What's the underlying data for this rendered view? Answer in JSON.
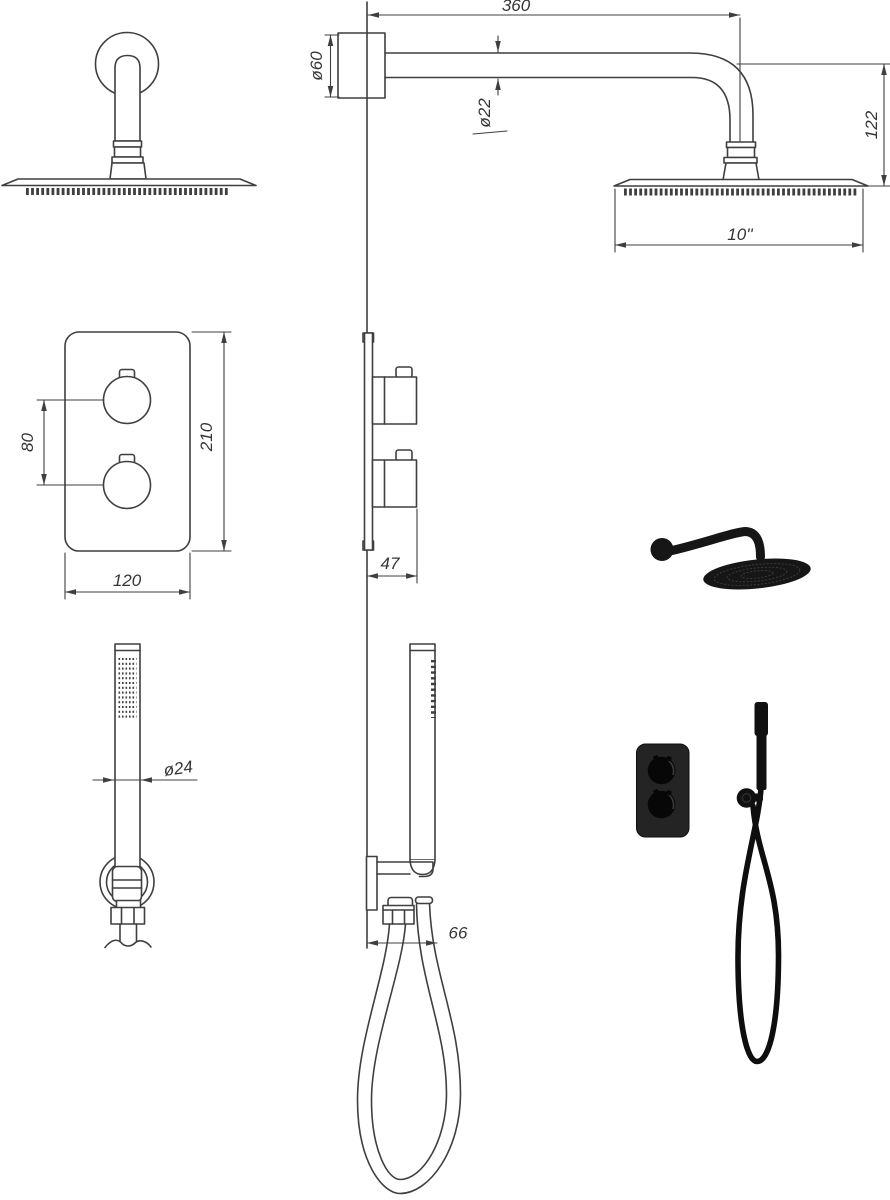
{
  "drawing": {
    "type": "technical-installation-diagram",
    "subject": "concealed thermostatic shower set (overhead shower, thermostatic valve, hand shower)",
    "colors": {
      "background": "#ffffff",
      "line": "#3f3f3f",
      "dimension_text": "#353535",
      "product_render": "#141414"
    },
    "dimensions": {
      "arm_length": "360",
      "flange_diameter": "ø60",
      "arm_pipe_diameter": "ø22",
      "head_drop_height": "122",
      "head_diameter_inches": "10''",
      "valve_knob_spacing": "80",
      "valve_plate_height": "210",
      "valve_plate_width": "120",
      "valve_depth": "47",
      "hand_shower_diameter": "ø24",
      "bracket_projection": "66"
    }
  }
}
